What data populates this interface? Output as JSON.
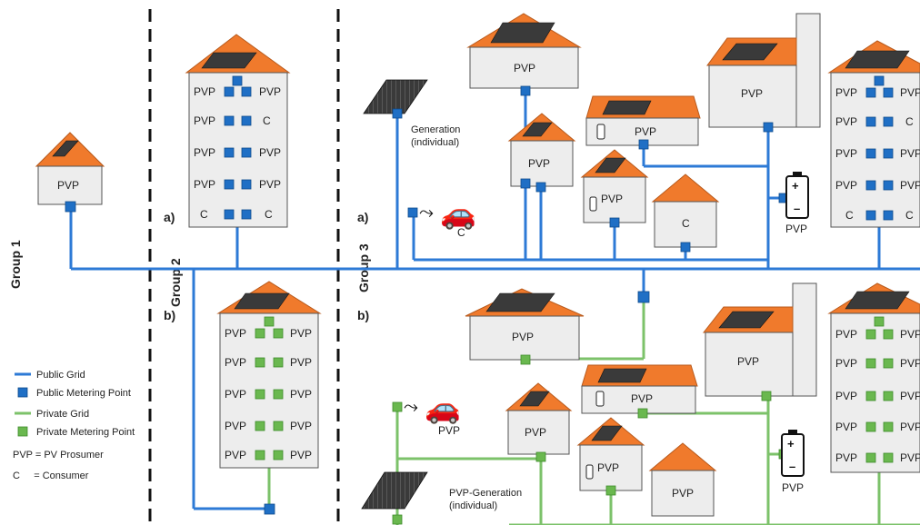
{
  "groups": {
    "g1": "Group 1",
    "g2": "Group 2",
    "g3": "Group 3"
  },
  "sub": {
    "a": "a)",
    "b": "b)"
  },
  "labels": {
    "pvp": "PVP",
    "c": "C"
  },
  "generation": {
    "line1": "Generation",
    "line2": "(individual)"
  },
  "pvp_generation": {
    "line1": "PVP-Generation",
    "line2": "(individual)"
  },
  "legend": {
    "public_grid": "Public Grid",
    "public_metering_point": "Public Metering Point",
    "private_grid": "Private Grid",
    "private_metering_point": "Private Metering Point",
    "pvp_def": "PVP = PV Prosumer",
    "c_def": "C     = Consumer"
  },
  "colors": {
    "public": "#2d7ad6",
    "private": "#7cc26a",
    "roof": "#f07a2c"
  }
}
